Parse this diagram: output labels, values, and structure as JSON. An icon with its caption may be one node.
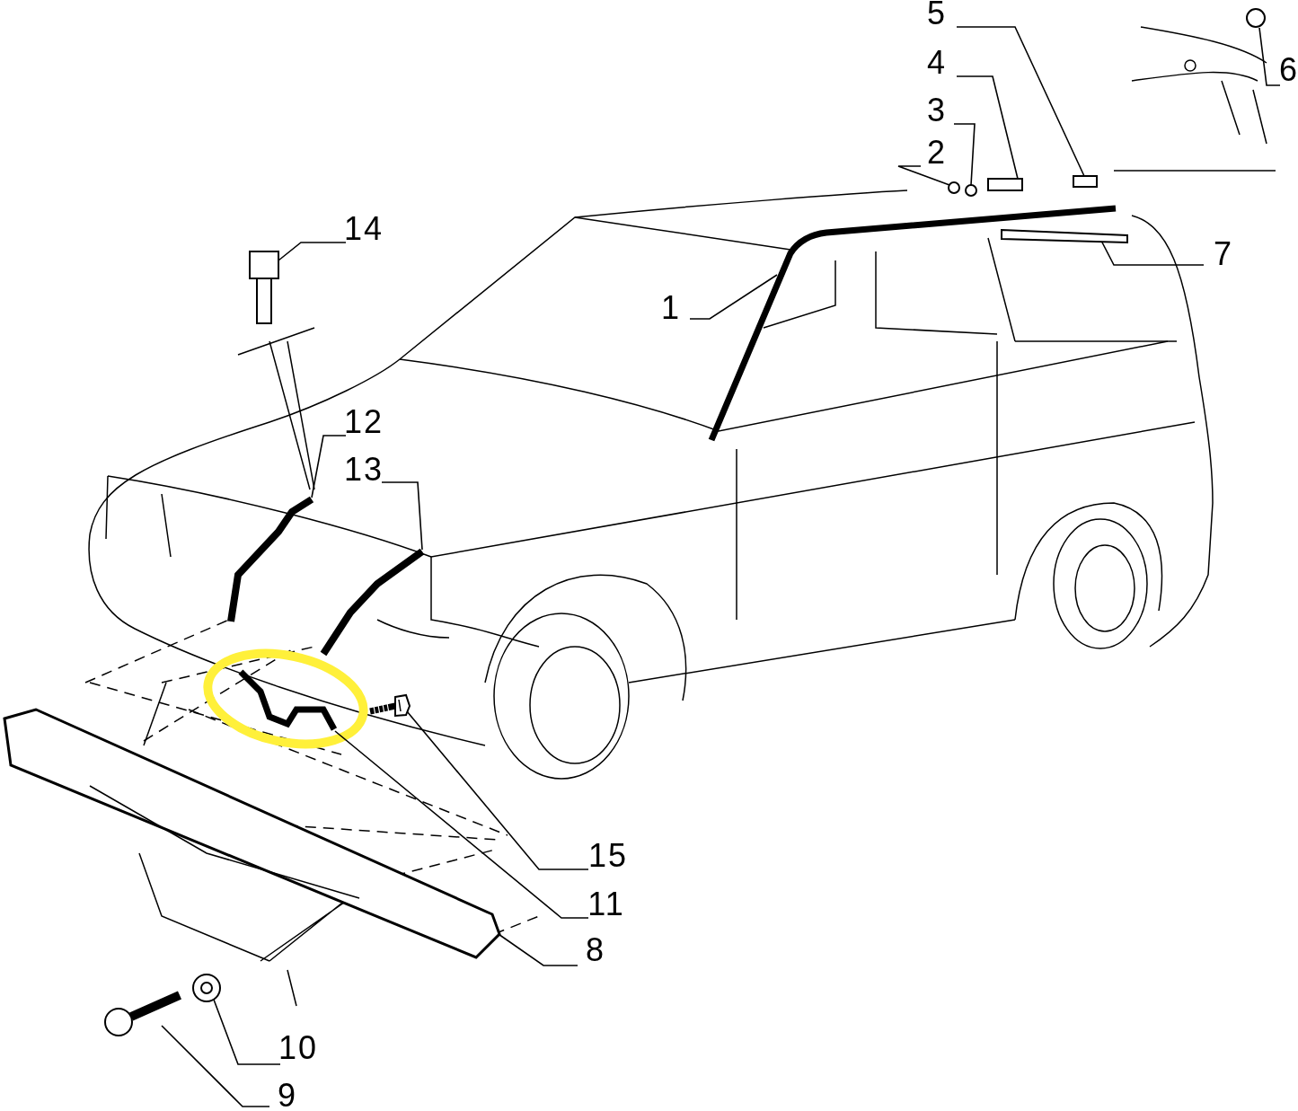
{
  "diagram": {
    "nodes": [
      {
        "text": [
          "1"
        ]
      },
      {
        "text": [
          "2"
        ]
      },
      {
        "text": [
          "3"
        ]
      },
      {
        "text": [
          "4"
        ]
      },
      {
        "text": [
          "5"
        ]
      },
      {
        "text": [
          "6"
        ]
      },
      {
        "text": [
          "7"
        ]
      },
      {
        "text": [
          "8"
        ]
      },
      {
        "text": [
          "9"
        ]
      },
      {
        "text": [
          "10"
        ]
      },
      {
        "text": [
          "11"
        ]
      },
      {
        "text": [
          "12"
        ]
      },
      {
        "text": [
          "13"
        ]
      },
      {
        "text": [
          "14"
        ]
      },
      {
        "text": [
          "15"
        ]
      },
      {
        "text": [],
        "shape": "picture"
      },
      {
        "text": [],
        "shape": "circle"
      },
      {
        "text": [],
        "shape": "circle"
      },
      {
        "text": [],
        "shape": "box"
      },
      {
        "text": [],
        "shape": "box"
      },
      {
        "text": [],
        "shape": "picture"
      },
      {
        "text": [],
        "shape": "bar"
      },
      {
        "text": [],
        "shape": "picture"
      },
      {
        "text": [],
        "shape": "picture"
      },
      {
        "text": [],
        "shape": "picture"
      },
      {
        "text": [],
        "shape": "picture"
      },
      {
        "text": [],
        "shape": "picture"
      },
      {
        "text": [],
        "shape": "picture"
      },
      {
        "text": [],
        "shape": "picture"
      },
      {
        "text": [],
        "shape": "picture"
      }
    ],
    "edges": [
      {
        "from": 0,
        "to": 15,
        "arrow": "none"
      },
      {
        "from": 1,
        "to": 16,
        "arrow": "none"
      },
      {
        "from": 2,
        "to": 17,
        "arrow": "none"
      },
      {
        "from": 3,
        "to": 18,
        "arrow": "none"
      },
      {
        "from": 4,
        "to": 19,
        "arrow": "none"
      },
      {
        "from": 5,
        "to": 20,
        "arrow": "none"
      },
      {
        "from": 6,
        "to": 21,
        "arrow": "none"
      },
      {
        "from": 7,
        "to": 22,
        "arrow": "none"
      },
      {
        "from": 8,
        "to": 23,
        "arrow": "none"
      },
      {
        "from": 9,
        "to": 24,
        "arrow": "none"
      },
      {
        "from": 10,
        "to": 25,
        "arrow": "none"
      },
      {
        "from": 11,
        "to": 26,
        "arrow": "none"
      },
      {
        "from": 12,
        "to": 27,
        "arrow": "none"
      },
      {
        "from": 13,
        "to": 28,
        "arrow": "none"
      },
      {
        "from": 14,
        "to": 29,
        "arrow": "none"
      }
    ]
  }
}
